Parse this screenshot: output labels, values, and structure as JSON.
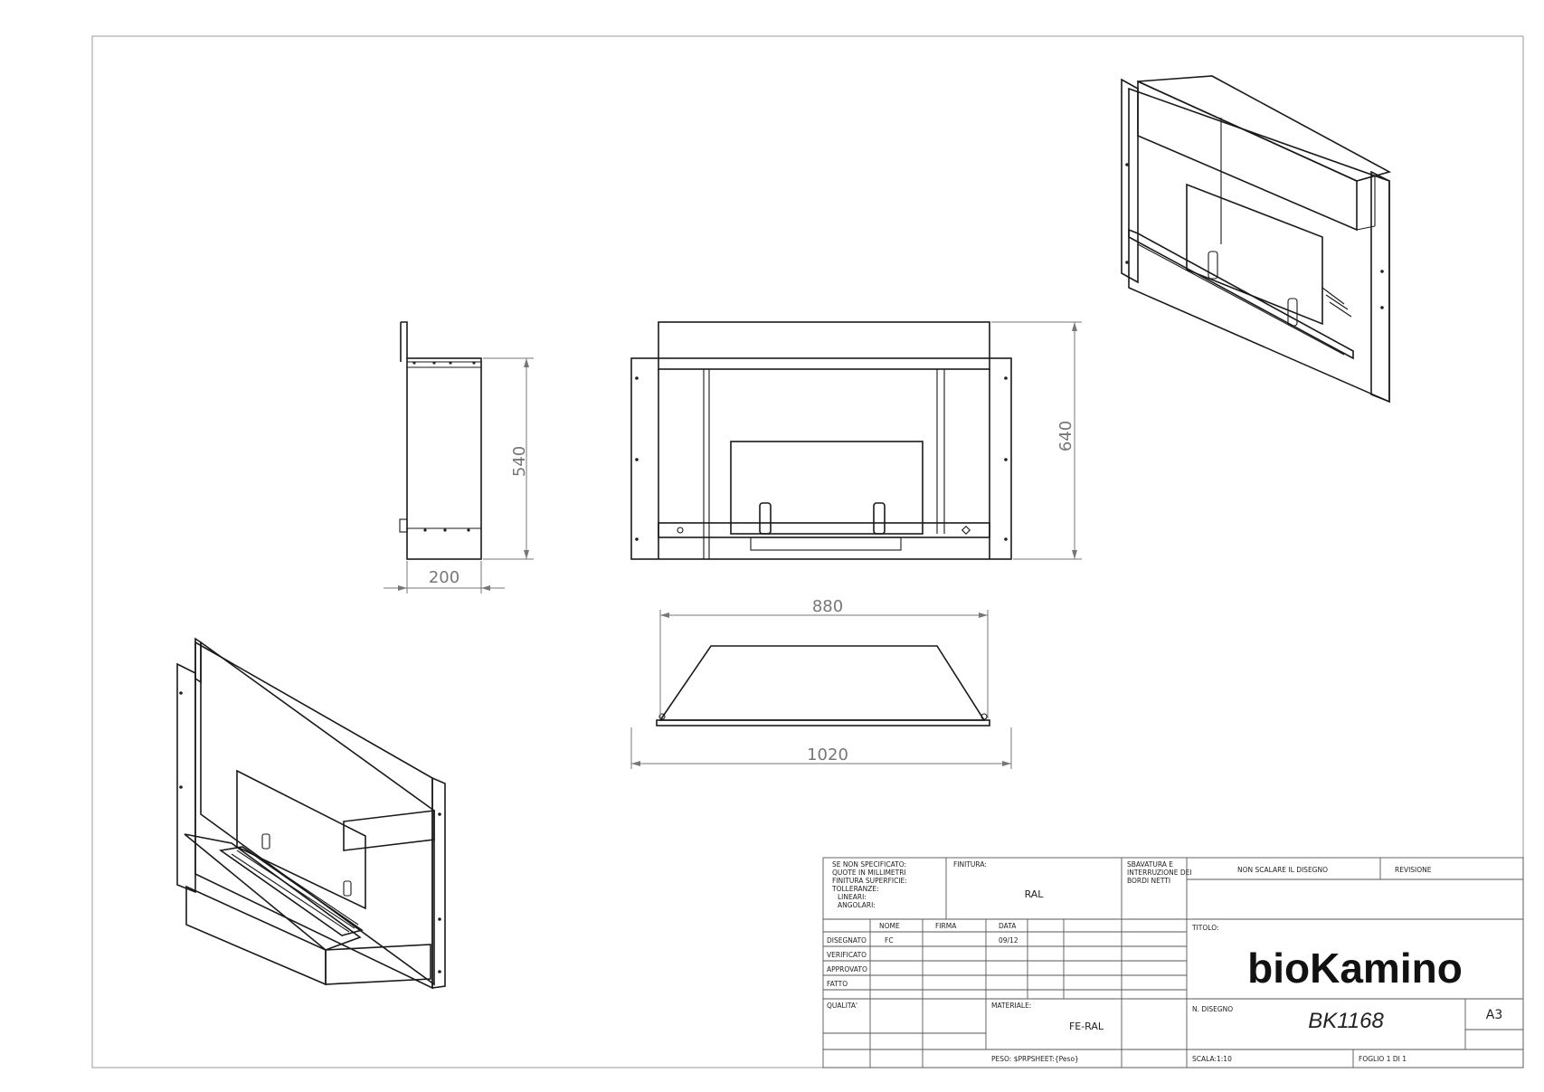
{
  "dimensions": {
    "side_height": "540",
    "side_depth": "200",
    "front_height": "640",
    "top_width": "880",
    "overall_width": "1020"
  },
  "title_block": {
    "general_notes": [
      "SE NON SPECIFICATO:",
      "QUOTE IN MILLIMETRI",
      "FINITURA SUPERFICIE:",
      "TOLLERANZE:",
      "LINEARI:",
      "ANGOLARI:"
    ],
    "finitura_label": "FINITURA:",
    "finitura_value": "RAL",
    "deburr_lines": [
      "SBAVATURA E",
      "INTERRUZIONE DEI",
      "BORDI NETTI"
    ],
    "no_scale": "NON SCALARE IL DISEGNO",
    "revision_label": "REVISIONE",
    "col_nome": "NOME",
    "col_firma": "FIRMA",
    "col_data": "DATA",
    "rows": [
      {
        "label": "DISEGNATO",
        "nome": "FC",
        "data": "09/12"
      },
      {
        "label": "VERIFICATO",
        "nome": "",
        "data": ""
      },
      {
        "label": "APPROVATO",
        "nome": "",
        "data": ""
      },
      {
        "label": "FATTO",
        "nome": "",
        "data": ""
      },
      {
        "label": "QUALITA'",
        "nome": "",
        "data": ""
      }
    ],
    "titolo_label": "TITOLO:",
    "titolo_value": "bioKamino",
    "materiale_label": "MATERIALE:",
    "materiale_value": "FE-RAL",
    "disegno_label": "N. DISEGNO",
    "disegno_value": "BK1168",
    "sheet_size": "A3",
    "peso": "PESO: $PRPSHEET:{Peso}",
    "scala": "SCALA:1:10",
    "foglio": "FOGLIO 1 DI 1"
  }
}
